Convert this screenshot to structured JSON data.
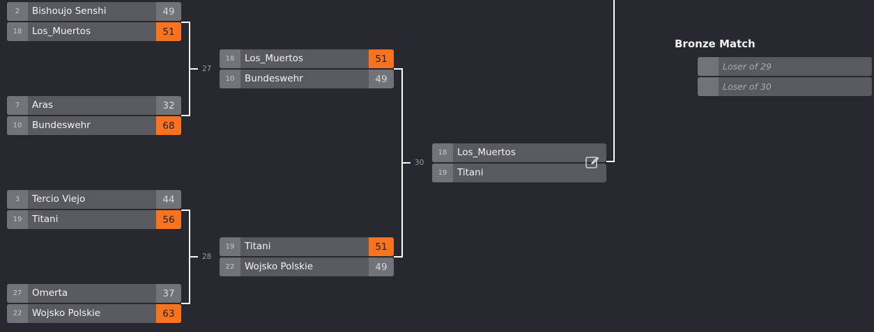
{
  "round1": [
    {
      "top": {
        "seed": "2",
        "name": "Bishoujo Senshi",
        "score": "49"
      },
      "bottom": {
        "seed": "18",
        "name": "Los_Muertos",
        "score": "51"
      }
    },
    {
      "top": {
        "seed": "7",
        "name": "Aras",
        "score": "32"
      },
      "bottom": {
        "seed": "10",
        "name": "Bundeswehr",
        "score": "68"
      }
    },
    {
      "top": {
        "seed": "3",
        "name": "Tercio Viejo",
        "score": "44"
      },
      "bottom": {
        "seed": "19",
        "name": "Titani",
        "score": "56"
      }
    },
    {
      "top": {
        "seed": "27",
        "name": "Omerta",
        "score": "37"
      },
      "bottom": {
        "seed": "22",
        "name": "Wojsko Polskie",
        "score": "63"
      }
    }
  ],
  "round2": [
    {
      "label": "27",
      "top": {
        "seed": "18",
        "name": "Los_Muertos",
        "score": "51"
      },
      "bottom": {
        "seed": "10",
        "name": "Bundeswehr",
        "score": "49"
      }
    },
    {
      "label": "28",
      "top": {
        "seed": "19",
        "name": "Titani",
        "score": "51"
      },
      "bottom": {
        "seed": "22",
        "name": "Wojsko Polskie",
        "score": "49"
      }
    }
  ],
  "final": {
    "label": "30",
    "top": {
      "seed": "18",
      "name": "Los_Muertos"
    },
    "bottom": {
      "seed": "19",
      "name": "Titani"
    }
  },
  "bronze": {
    "title": "Bronze Match",
    "top": "Loser of 29",
    "bottom": "Loser of 30"
  },
  "icons": {
    "edit": "edit-pencil-icon"
  },
  "colors": {
    "winner": "#f8731f",
    "background": "#272830"
  }
}
